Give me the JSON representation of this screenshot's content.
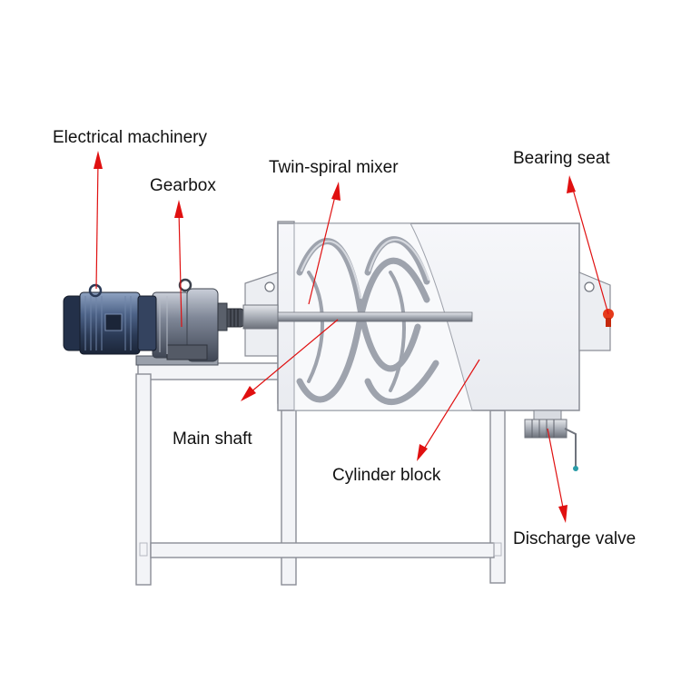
{
  "labels": {
    "electrical_machinery": "Electrical machinery",
    "gearbox": "Gearbox",
    "twin_spiral_mixer": "Twin-spiral mixer",
    "bearing_seat": "Bearing seat",
    "main_shaft": "Main shaft",
    "cylinder_block": "Cylinder block",
    "discharge_valve": "Discharge valve"
  },
  "colors": {
    "arrow": "#e01010",
    "frame_stroke": "#8a8d96",
    "frame_fill": "#f3f4f7",
    "motor_dark": "#2e3f5c",
    "handle_red": "#e53a1a"
  }
}
